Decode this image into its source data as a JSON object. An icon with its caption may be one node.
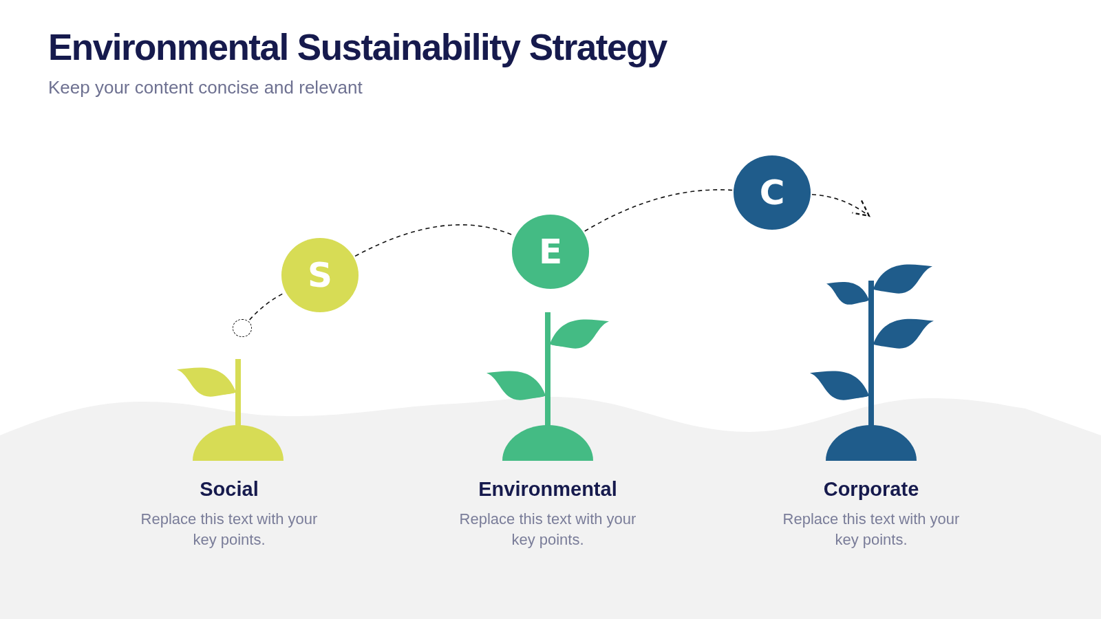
{
  "diagram": {
    "title": "Environmental Sustainability Strategy",
    "nodes": [
      {
        "text": [],
        "shape": "circle"
      },
      {
        "text": [
          "S"
        ]
      },
      {
        "text": [
          "E"
        ]
      },
      {
        "text": [
          "C"
        ]
      }
    ],
    "edges": [
      {
        "from": 0,
        "to": 1,
        "arrow": "none"
      },
      {
        "from": 1,
        "to": 2,
        "arrow": "none"
      },
      {
        "from": 2,
        "to": 3,
        "arrow": "none"
      },
      {
        "from": 3,
        "to": null,
        "arrow": "to"
      }
    ],
    "labels": [
      "Keep your content concise and relevant",
      "Social",
      "Replace this text with your key points.",
      "Environmental",
      "Replace this text with your key points.",
      "Corporate",
      "Replace this text with your key points."
    ]
  }
}
